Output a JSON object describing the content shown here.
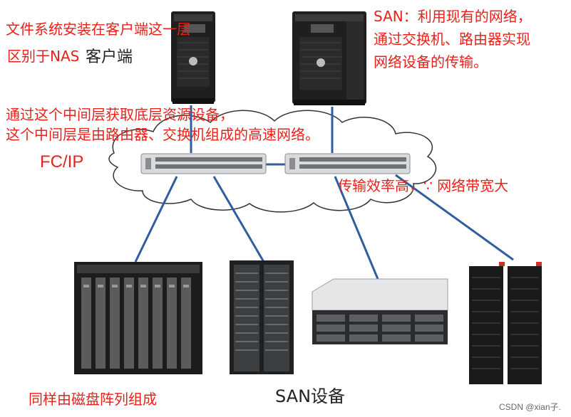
{
  "annotations": {
    "client_note": "文件系统安装在客户端这一层",
    "nas_note": "区别于NAS",
    "client_label": "客户端",
    "san_note": [
      "SAN：利用现有的网络，",
      "通过交换机、路由器实现",
      "网络设备的传输。"
    ],
    "middle_note": [
      "通过这个中间层获取底层资源设备，",
      "这个中间层是由路由器、交换机组成的高速网络。"
    ],
    "efficiency_note": "传输效率高，∵ 网络带宽大",
    "disk_note": "同样由磁盘阵列组成"
  },
  "labels": {
    "fcip": "FC/IP",
    "san_devices": "SAN设备",
    "watermark": "CSDN @xian子."
  },
  "colors": {
    "annotation": "#e8211a",
    "link": "#2f5d9e",
    "cloud_stroke": "#333333",
    "server_body": "#1f1f1f"
  },
  "icons": [
    "tower-server-icon",
    "network-switch-icon",
    "blade-chassis-icon",
    "rack-storage-icon",
    "rackmount-storage-icon",
    "storage-cabinet-icon"
  ]
}
